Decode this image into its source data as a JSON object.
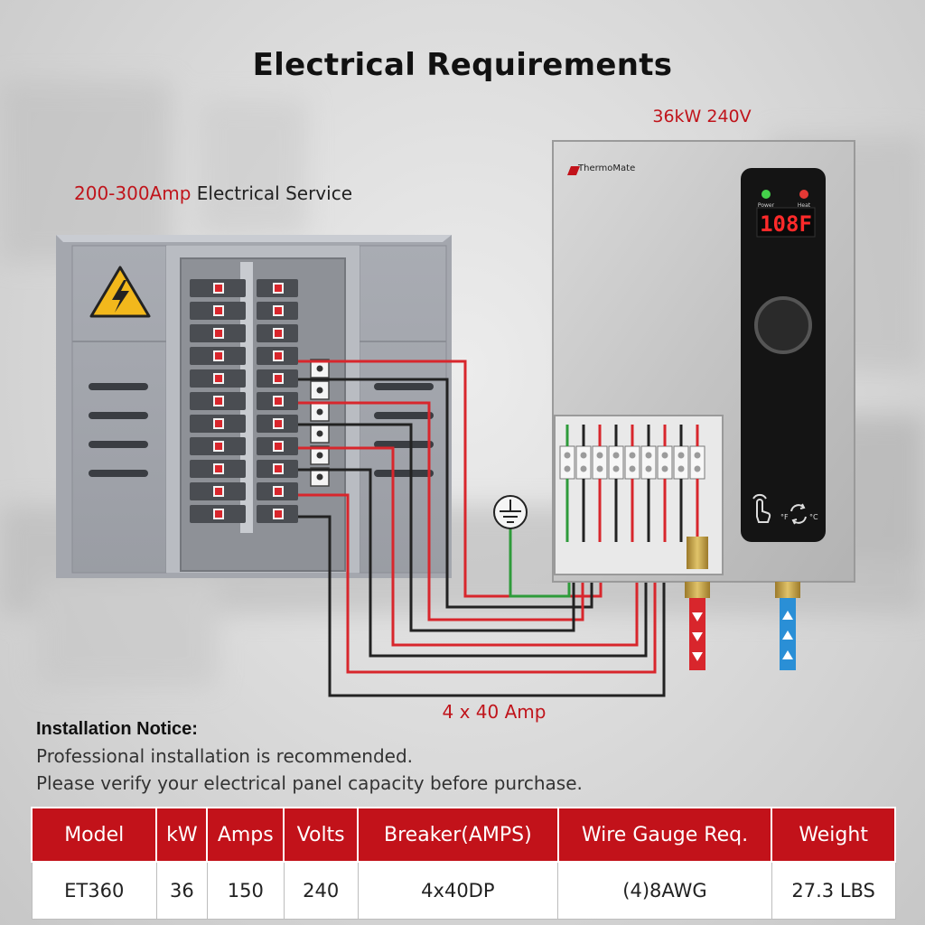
{
  "title": "Electrical Requirements",
  "heater": {
    "label": "36kW 240V",
    "brand": "ThermoMate",
    "display_value": "108F",
    "power_indicator": "Power",
    "heat_indicator": "Heat",
    "unit_f": "°F",
    "unit_c": "°C"
  },
  "service": {
    "amp_range": "200-300Amp",
    "label": "Electrical Service"
  },
  "breaker_label": "4 x 40 Amp",
  "notice": {
    "title": "Installation Notice:",
    "line1": "Professional installation is recommended.",
    "line2": "Please verify your electrical panel capacity before purchase."
  },
  "table": {
    "headers": [
      "Model",
      "kW",
      "Amps",
      "Volts",
      "Breaker(AMPS)",
      "Wire Gauge Req.",
      "Weight"
    ],
    "row": [
      "ET360",
      "36",
      "150",
      "240",
      "4x40DP",
      "(4)8AWG",
      "27.3 LBS"
    ]
  },
  "colors": {
    "accent_red": "#c2121a",
    "wire_red": "#d8262c",
    "wire_green": "#2e9b3a",
    "hot_water": "#d8262c",
    "cold_water": "#2a8fd6"
  },
  "icons": [
    "high-voltage-warning-icon",
    "ground-symbol-icon",
    "touch-hand-icon",
    "toggle-arrows-icon"
  ]
}
